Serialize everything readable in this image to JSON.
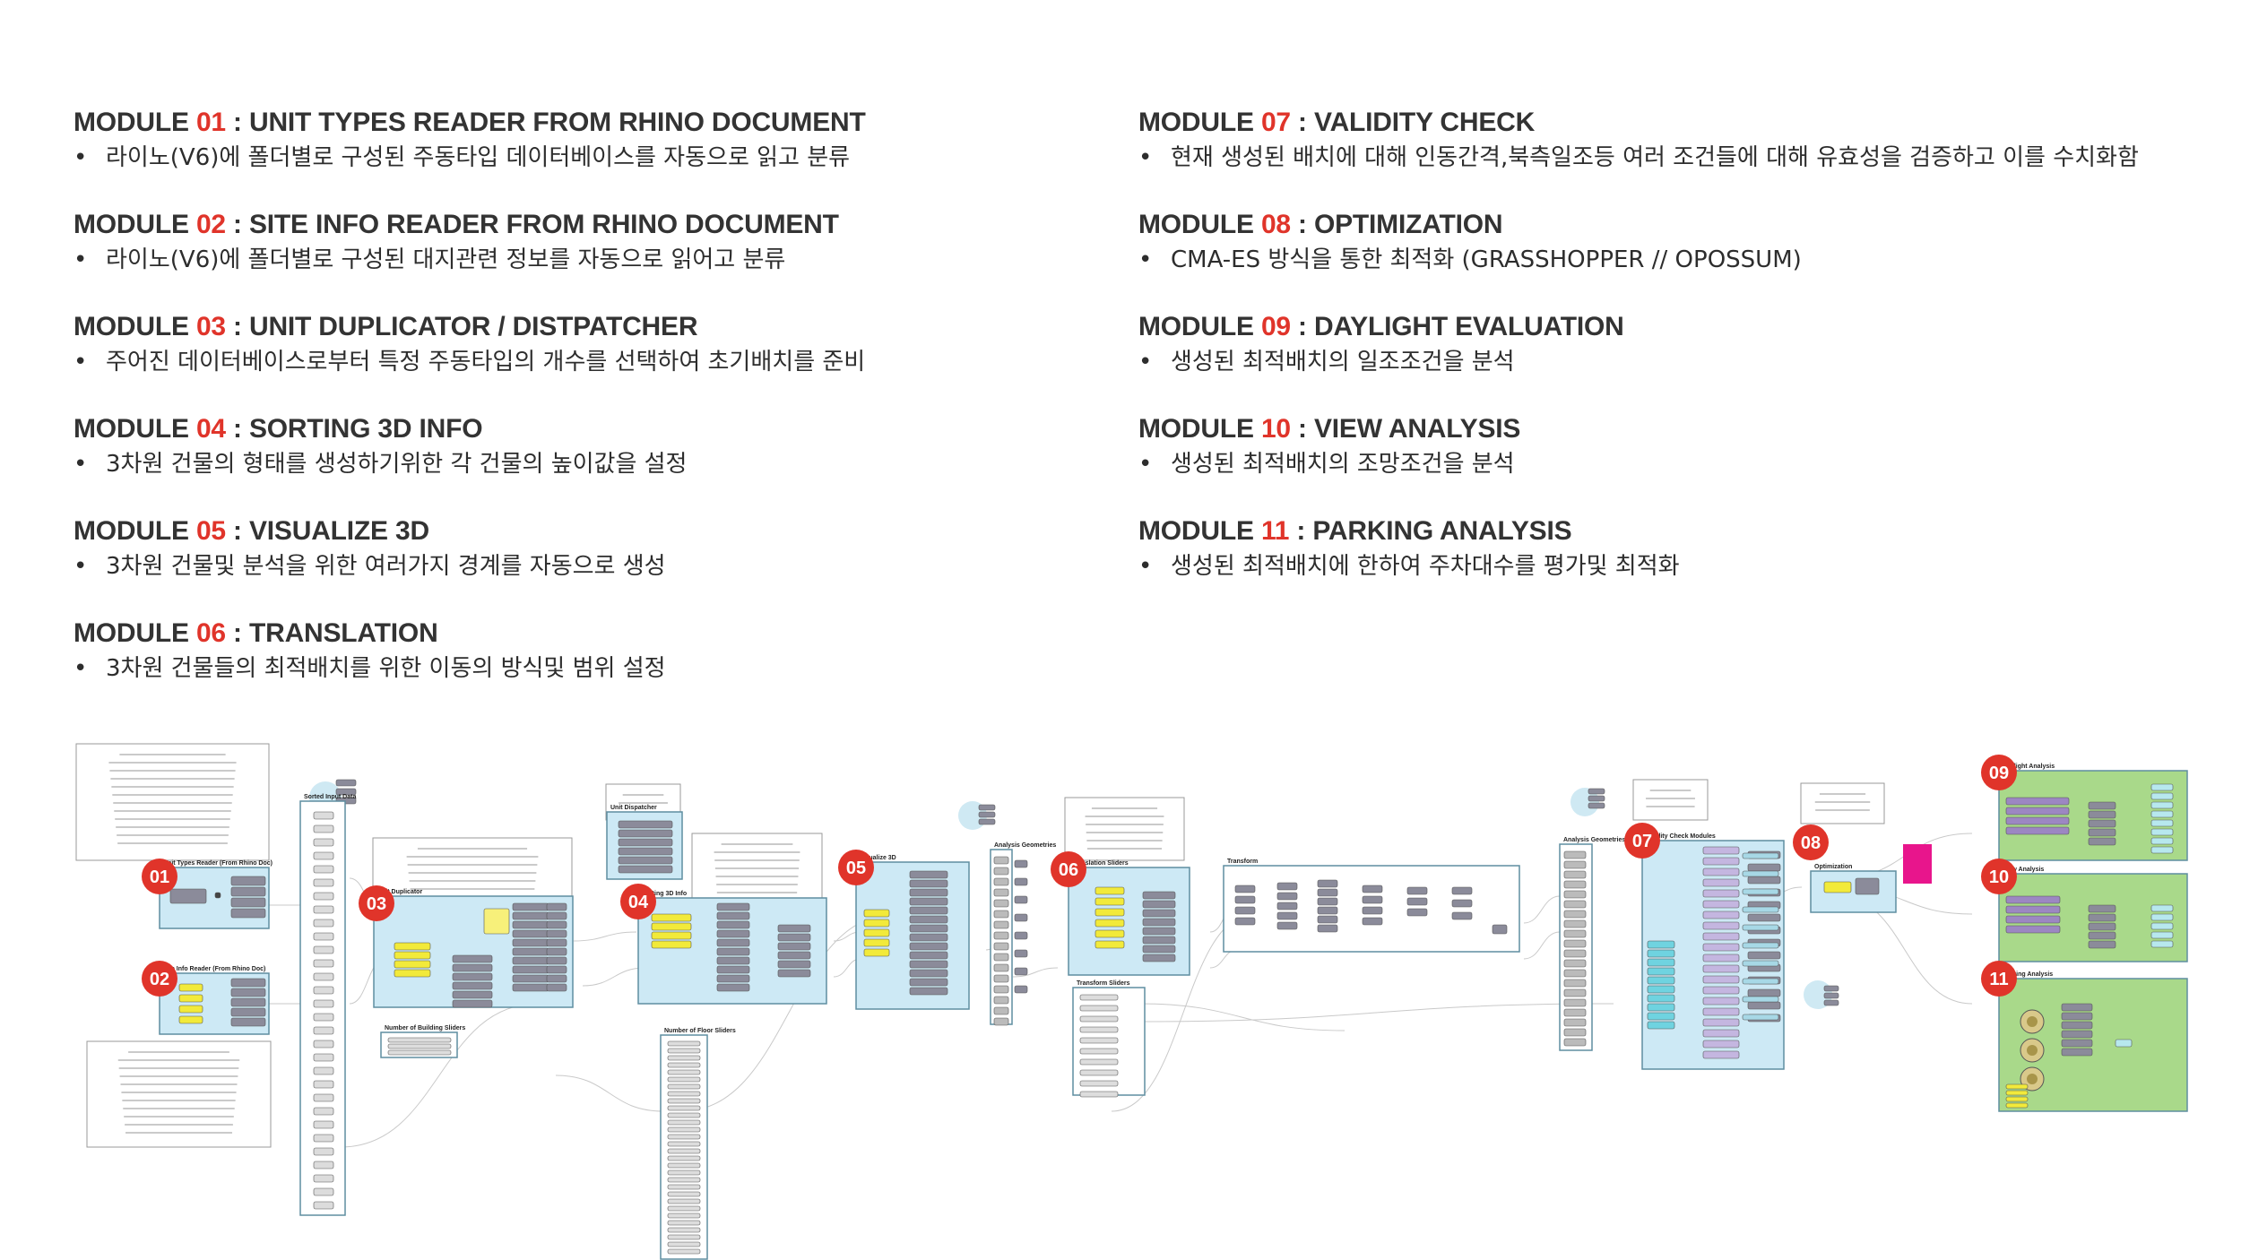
{
  "modules_left": [
    {
      "prefix": "MODULE ",
      "num": "01",
      "title": " : UNIT TYPES READER FROM RHINO DOCUMENT",
      "desc": "라이노(V6)에 폴더별로 구성된 주동타입 데이터베이스를 자동으로 읽고 분류"
    },
    {
      "prefix": "MODULE ",
      "num": "02",
      "title": " : SITE INFO READER FROM RHINO DOCUMENT",
      "desc": "라이노(V6)에 폴더별로 구성된 대지관련 정보를 자동으로 읽어고 분류"
    },
    {
      "prefix": "MODULE ",
      "num": "03",
      "title": " : UNIT DUPLICATOR / DISTPATCHER",
      "desc": "주어진 데이터베이스로부터 특정 주동타입의 개수를 선택하여 초기배치를 준비"
    },
    {
      "prefix": "MODULE ",
      "num": "04",
      "title": " : SORTING 3D INFO",
      "desc": "3차원 건물의 형태를 생성하기위한 각 건물의 높이값을 설정"
    },
    {
      "prefix": "MODULE ",
      "num": "05",
      "title": " : VISUALIZE 3D",
      "desc": "3차원 건물및 분석을 위한 여러가지 경계를 자동으로 생성"
    },
    {
      "prefix": "MODULE ",
      "num": "06",
      "title": " : TRANSLATION",
      "desc": "3차원 건물들의 최적배치를 위한 이동의 방식및 범위 설정"
    }
  ],
  "modules_right": [
    {
      "prefix": "MODULE ",
      "num": "07",
      "title": " : VALIDITY CHECK",
      "desc": "현재 생성된 배치에 대해 인동간격,북측일조등 여러 조건들에 대해 유효성을 검증하고 이를 수치화함"
    },
    {
      "prefix": "MODULE ",
      "num": "08",
      "title": " : OPTIMIZATION",
      "desc": "CMA-ES 방식을 통한 최적화 (GRASSHOPPER // OPOSSUM)"
    },
    {
      "prefix": "MODULE ",
      "num": "09",
      "title": " : DAYLIGHT EVALUATION",
      "desc": "생성된 최적배치의 일조조건을 분석"
    },
    {
      "prefix": "MODULE ",
      "num": "10",
      "title": " : VIEW ANALYSIS",
      "desc": "생성된 최적배치의 조망조건을 분석"
    },
    {
      "prefix": "MODULE ",
      "num": "11",
      "title": " : PARKING ANALYSIS",
      "desc": "생성된 최적배치에 한하여 주차대수를 평가및 최적화"
    }
  ],
  "bullet_char": "•",
  "diagram": {
    "badges": [
      "01",
      "02",
      "03",
      "04",
      "05",
      "06",
      "07",
      "08",
      "09",
      "10",
      "11"
    ],
    "group_labels": {
      "g01": "Unit Types Reader (From Rhino Doc)",
      "g02": "Site Info Reader (From Rhino Doc)",
      "sorted": "Sorted Input Data",
      "g03": "Unit Duplicator",
      "floors_sliders": "Number of Building Sliders",
      "dispatcher": "Unit Dispatcher",
      "g04": "Sorting 3D Info",
      "floor_sliders": "Number of Floor Sliders",
      "g05": "Visualize 3D",
      "analysis_geo": "Analysis Geometries",
      "g06": "Translation Sliders",
      "transform_sliders": "Transform Sliders",
      "transform": "Transform",
      "analysis_geo2": "Analysis Geometries",
      "g07": "Validity Check Modules",
      "g08": "Optimization",
      "g09": "Daylight Analysis",
      "g10": "View Analysis",
      "g11": "Parking Analysis"
    },
    "colors": {
      "badge": "#e0342a",
      "blue_group": "#cde9f5",
      "green_group": "#a9d98a",
      "node": "#8b8b9a",
      "yellow": "#f2ea3a",
      "purple": "#c4b6e0",
      "magenta": "#e8158c",
      "cyan": "#6fd3e0"
    }
  }
}
